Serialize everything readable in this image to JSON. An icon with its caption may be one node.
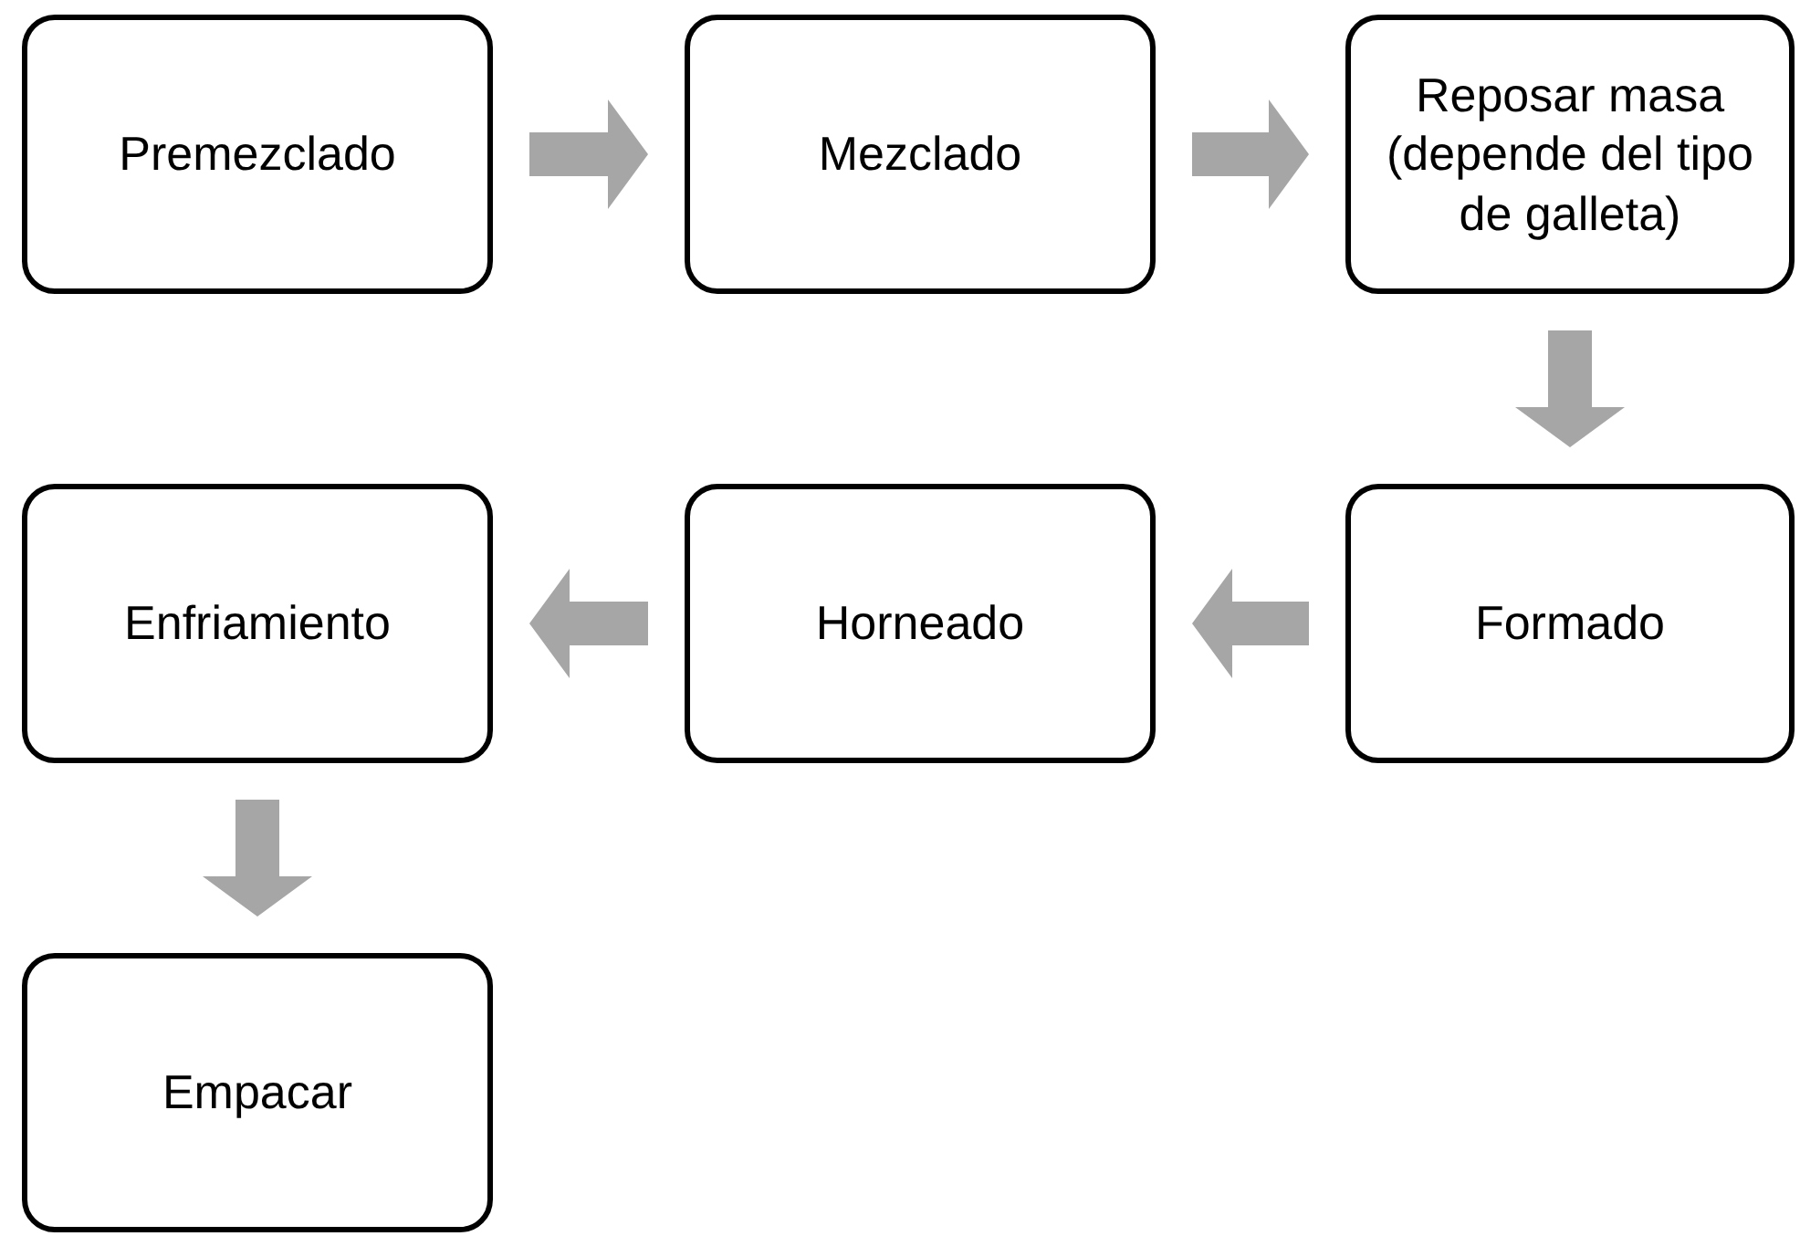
{
  "diagram": {
    "nodes": [
      {
        "text": [
          "Premezclado"
        ]
      },
      {
        "text": [
          "Mezclado"
        ]
      },
      {
        "text": [
          "Reposar masa (depende del tipo de galleta)"
        ]
      },
      {
        "text": [
          "Formado"
        ]
      },
      {
        "text": [
          "Horneado"
        ]
      },
      {
        "text": [
          "Enfriamiento"
        ]
      },
      {
        "text": [
          "Empacar"
        ]
      }
    ],
    "edges": [
      {
        "from": 0,
        "to": 1,
        "arrow": "to"
      },
      {
        "from": 1,
        "to": 2,
        "arrow": "to"
      },
      {
        "from": 2,
        "to": 3,
        "arrow": "to"
      },
      {
        "from": 3,
        "to": 4,
        "arrow": "to"
      },
      {
        "from": 4,
        "to": 5,
        "arrow": "to"
      },
      {
        "from": 5,
        "to": 6,
        "arrow": "to"
      }
    ]
  }
}
